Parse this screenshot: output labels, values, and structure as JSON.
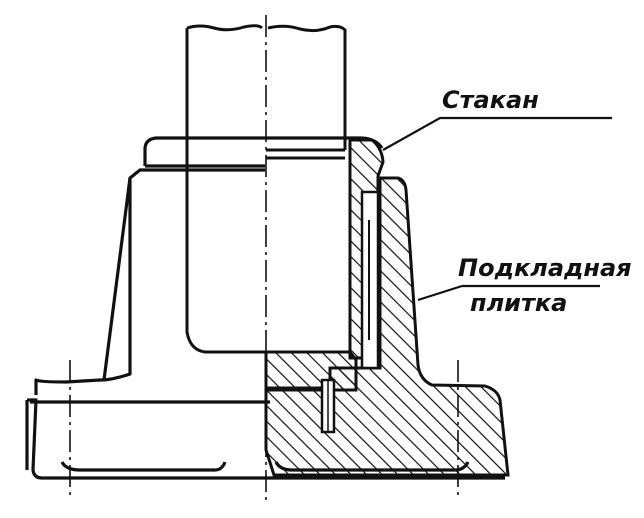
{
  "labels": {
    "cup": "Стакан",
    "plate_line1": "Подкладная",
    "plate_line2": "плитка"
  },
  "colors": {
    "ink": "#111111",
    "paper": "#ffffff"
  }
}
